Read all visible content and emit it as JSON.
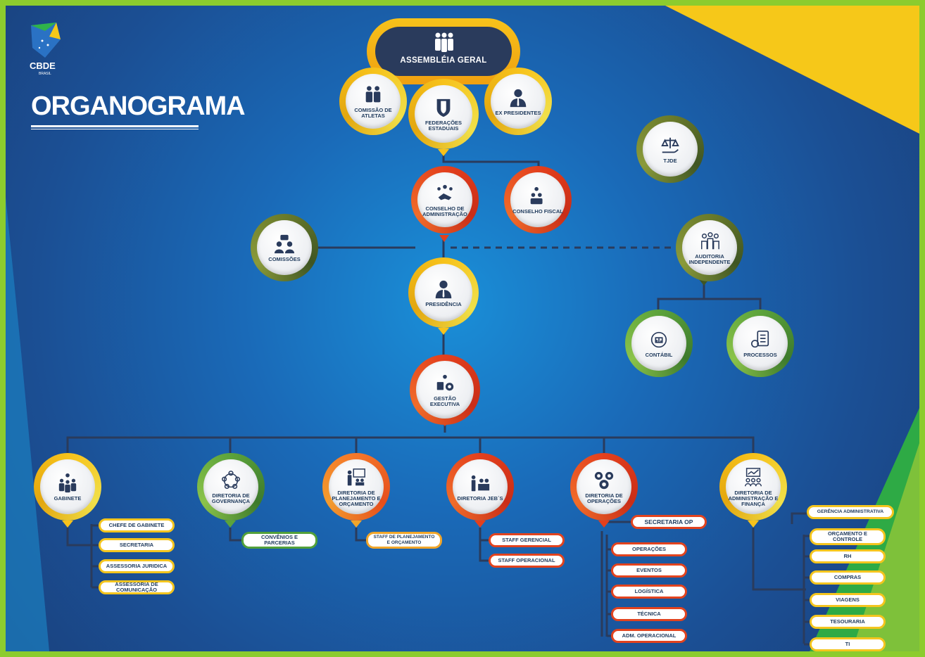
{
  "header": {
    "brand": "CBDE",
    "brand_sub": "BRASIL",
    "title": "ORGANOGRAMA"
  },
  "colors": {
    "background": "#1a6ab8",
    "border": "#8ccc2e",
    "yellow": "#f7c21b",
    "orange": "#f4772a",
    "red": "#e3401d",
    "green": "#5ca33b",
    "navy": "#2a3b5c"
  },
  "nodes": {
    "assembleia": "ASSEMBLÉIA GERAL",
    "comissao_atletas": "COMISSÃO DE ATLETAS",
    "federacoes": "FEDERAÇÕES ESTADUAIS",
    "ex_presidentes": "EX PRESIDENTES",
    "tjde": "TJDE",
    "conselho_adm": "CONSELHO DE ADMINISTRAÇÃO",
    "conselho_fiscal": "CONSELHO FISCAL",
    "comissoes": "COMISSÕES",
    "auditoria": "AUDITORIA INDEPENDENTE",
    "presidencia": "PRESIDÊNCIA",
    "contabil": "CONTÁBIL",
    "processos": "PROCESSOS",
    "gestao": "GESTÃO EXECUTIVA",
    "gabinete": "GABINETE",
    "governanca": "DIRETORIA DE GOVERNANÇA",
    "planejamento": "DIRETORIA DE PLANEJAMENTO E ORÇAMENTO",
    "jebs": "DIRETORIA JEB´S",
    "operacoes": "DIRETORIA DE OPERAÇÕES",
    "administracao": "DIRETORIA DE ADMINISTRAÇÃO E FINANÇA"
  },
  "subunits": {
    "gabinete": [
      "CHEFE DE GABINETE",
      "SECRETARIA",
      "ASSESSORIA JURIDICA",
      "ASSESSORIA DE COMUNICAÇÃO"
    ],
    "governanca": [
      "CONVÊNIOS E PARCERIAS"
    ],
    "planejamento": [
      "STAFF DE PLANEJAMENTO E ORÇAMENTO"
    ],
    "jebs": [
      "STAFF GERENCIAL",
      "STAFF OPERACIONAL"
    ],
    "operacoes_sec": "SECRETARIA OP",
    "operacoes": [
      "OPERAÇÕES",
      "EVENTOS",
      "LOGÍSTICA",
      "TÉCNICA",
      "ADM. OPERACIONAL"
    ],
    "administracao": [
      "GERÊNCIA ADMINISTRATIVA",
      "ORÇAMENTO E CONTROLE",
      "RH",
      "COMPRAS",
      "VIAGENS",
      "TESOURARIA",
      "TI"
    ]
  }
}
